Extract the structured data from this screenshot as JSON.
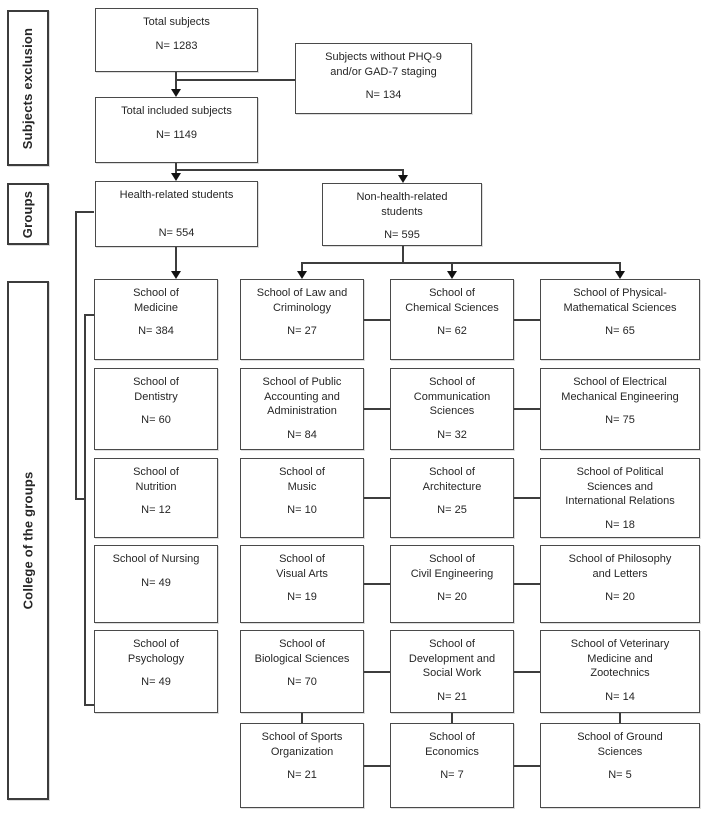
{
  "sidebar": {
    "subjects_exclusion": "Subjects exclusion",
    "groups": "Groups",
    "college": "College of the groups"
  },
  "flow": {
    "total_subjects": {
      "name": "Total subjects",
      "n": "N= 1283"
    },
    "exclusion": {
      "name": "Subjects without PHQ-9\nand/or GAD-7 staging",
      "n": "N= 134"
    },
    "total_included": {
      "name": "Total included subjects",
      "n": "N= 1149"
    },
    "health": {
      "name": "Health-related students",
      "n": "N= 554"
    },
    "nonhealth": {
      "name": "Non-health-related\nstudents",
      "n": "N= 595"
    }
  },
  "grid": {
    "columns": [
      {
        "id": "health-schools",
        "rows": [
          {
            "name": "School of\nMedicine",
            "n": "N= 384"
          },
          {
            "name": "School of\nDentistry",
            "n": "N= 60"
          },
          {
            "name": "School of\nNutrition",
            "n": "N= 12"
          },
          {
            "name": "School of Nursing",
            "n": "N= 49"
          },
          {
            "name": "School of\nPsychology",
            "n": "N= 49"
          }
        ]
      },
      {
        "id": "non-health-col-1",
        "rows": [
          {
            "name": "School of Law and\nCriminology",
            "n": "N= 27"
          },
          {
            "name": "School of Public\nAccounting and\nAdministration",
            "n": "N= 84"
          },
          {
            "name": "School of\nMusic",
            "n": "N= 10"
          },
          {
            "name": "School of\nVisual Arts",
            "n": "N= 19"
          },
          {
            "name": "School of\nBiological Sciences",
            "n": "N= 70"
          },
          {
            "name": "School of Sports\nOrganization",
            "n": "N= 21"
          }
        ]
      },
      {
        "id": "non-health-col-2",
        "rows": [
          {
            "name": "School of\nChemical Sciences",
            "n": "N= 62"
          },
          {
            "name": "School of\nCommunication\nSciences",
            "n": "N= 32"
          },
          {
            "name": "School of\nArchitecture",
            "n": "N= 25"
          },
          {
            "name": "School of\nCivil Engineering",
            "n": "N= 20"
          },
          {
            "name": "School of\nDevelopment and\nSocial Work",
            "n": "N= 21"
          },
          {
            "name": "School of\nEconomics",
            "n": "N= 7"
          }
        ]
      },
      {
        "id": "non-health-col-3",
        "rows": [
          {
            "name": "School of Physical-\nMathematical Sciences",
            "n": "N= 65"
          },
          {
            "name": "School of Electrical\nMechanical Engineering",
            "n": "N= 75"
          },
          {
            "name": "School of Political\nSciences and\nInternational Relations",
            "n": "N= 18"
          },
          {
            "name": "School of Philosophy\nand Letters",
            "n": "N= 20"
          },
          {
            "name": "School of Veterinary\nMedicine and\nZootechnics",
            "n": "N= 14"
          },
          {
            "name": "School of Ground\nSciences",
            "n": "N= 5"
          }
        ]
      }
    ]
  },
  "colors": {
    "border": "#4a4a4a",
    "text": "#262626",
    "line": "#3d3d3d",
    "arrow": "#121212",
    "background": "#ffffff"
  }
}
